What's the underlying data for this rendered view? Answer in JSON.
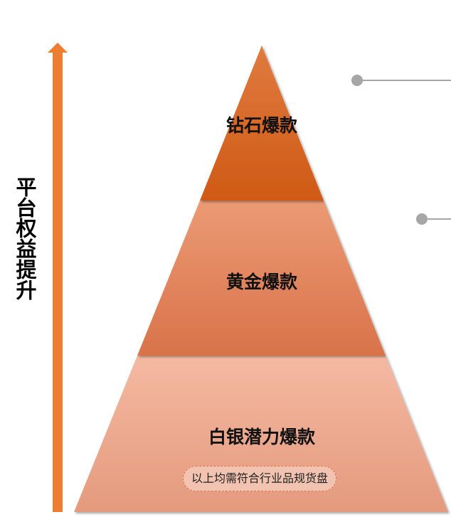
{
  "side_label": "平台权益提升",
  "pyramid": {
    "tiers": [
      {
        "id": "diamond",
        "label": "钻石爆款",
        "color_top": "#e07a40",
        "color_bottom": "#cf5a14"
      },
      {
        "id": "gold",
        "label": "黄金爆款",
        "color_top": "#eb9a74",
        "color_bottom": "#d9734a"
      },
      {
        "id": "silver",
        "label": "白银潜力爆款",
        "color_top": "#f5b9a2",
        "color_bottom": "#e49a7d"
      }
    ],
    "note": "以上均需符合行业品规货盘"
  },
  "colors": {
    "arrow": "#ed7d31",
    "callout": "#a6a6a6"
  }
}
